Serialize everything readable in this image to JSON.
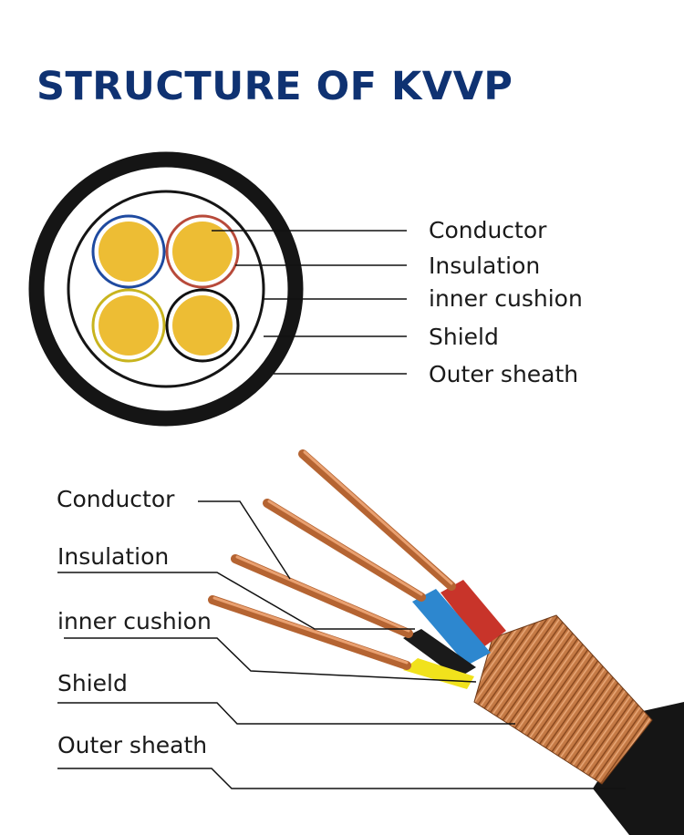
{
  "title": "STRUCTURE OF KVVP",
  "cross_section": {
    "labels": [
      "Conductor",
      "Insulation",
      "inner cushion",
      "Shield",
      "Outer sheath"
    ]
  },
  "cable_photo": {
    "labels": [
      "Conductor",
      "Insulation",
      "inner cushion",
      "Shield",
      "Outer sheath"
    ]
  },
  "colors": {
    "title": "#0f3272",
    "conductor_fill": "#edbd34",
    "core_blue": "#1e4aa0",
    "core_red": "#b84a3a",
    "core_yellow": "#c8b41e",
    "core_black": "#111111",
    "copper": "#c0703c",
    "sheath": "#151515"
  }
}
